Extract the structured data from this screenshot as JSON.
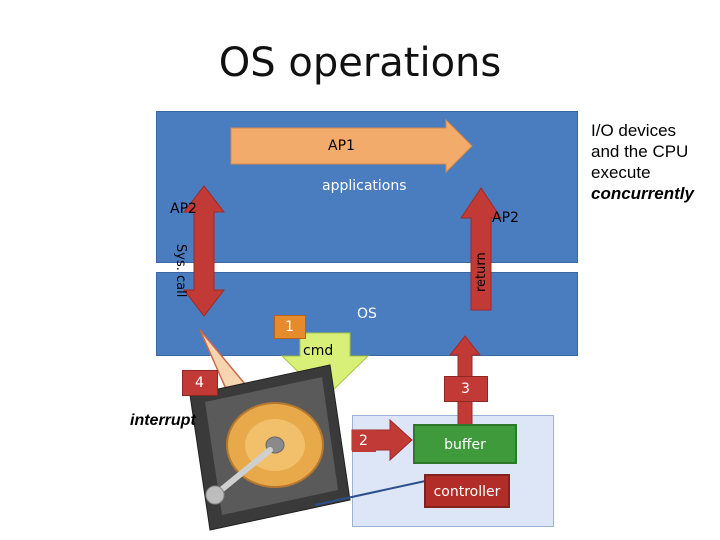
{
  "title": "OS operations",
  "layers": {
    "applications": "applications",
    "os": "OS"
  },
  "arrows": {
    "ap1": "AP1",
    "ap2_left": "AP2",
    "ap2_right": "AP2",
    "sys_call": "Sys. call",
    "return": "return",
    "cmd": "cmd",
    "interrupt": "interrupt"
  },
  "steps": {
    "one": "1",
    "two": "2",
    "three": "3",
    "four": "4"
  },
  "device": {
    "buffer": "buffer",
    "controller": "controller"
  },
  "note": {
    "line1": "I/O devices",
    "line2": "and the CPU",
    "line3": "execute",
    "line4": "concurrently"
  },
  "colors": {
    "panel": "#4a7cc0",
    "arrow_orange": "#f0a663",
    "arrow_red": "#c23a36",
    "arrow_green": "#d9f078",
    "device_panel": "#dce6f7",
    "box_green": "#3e9a3b",
    "box_red": "#b32d28",
    "box_orange": "#e58a2d"
  }
}
